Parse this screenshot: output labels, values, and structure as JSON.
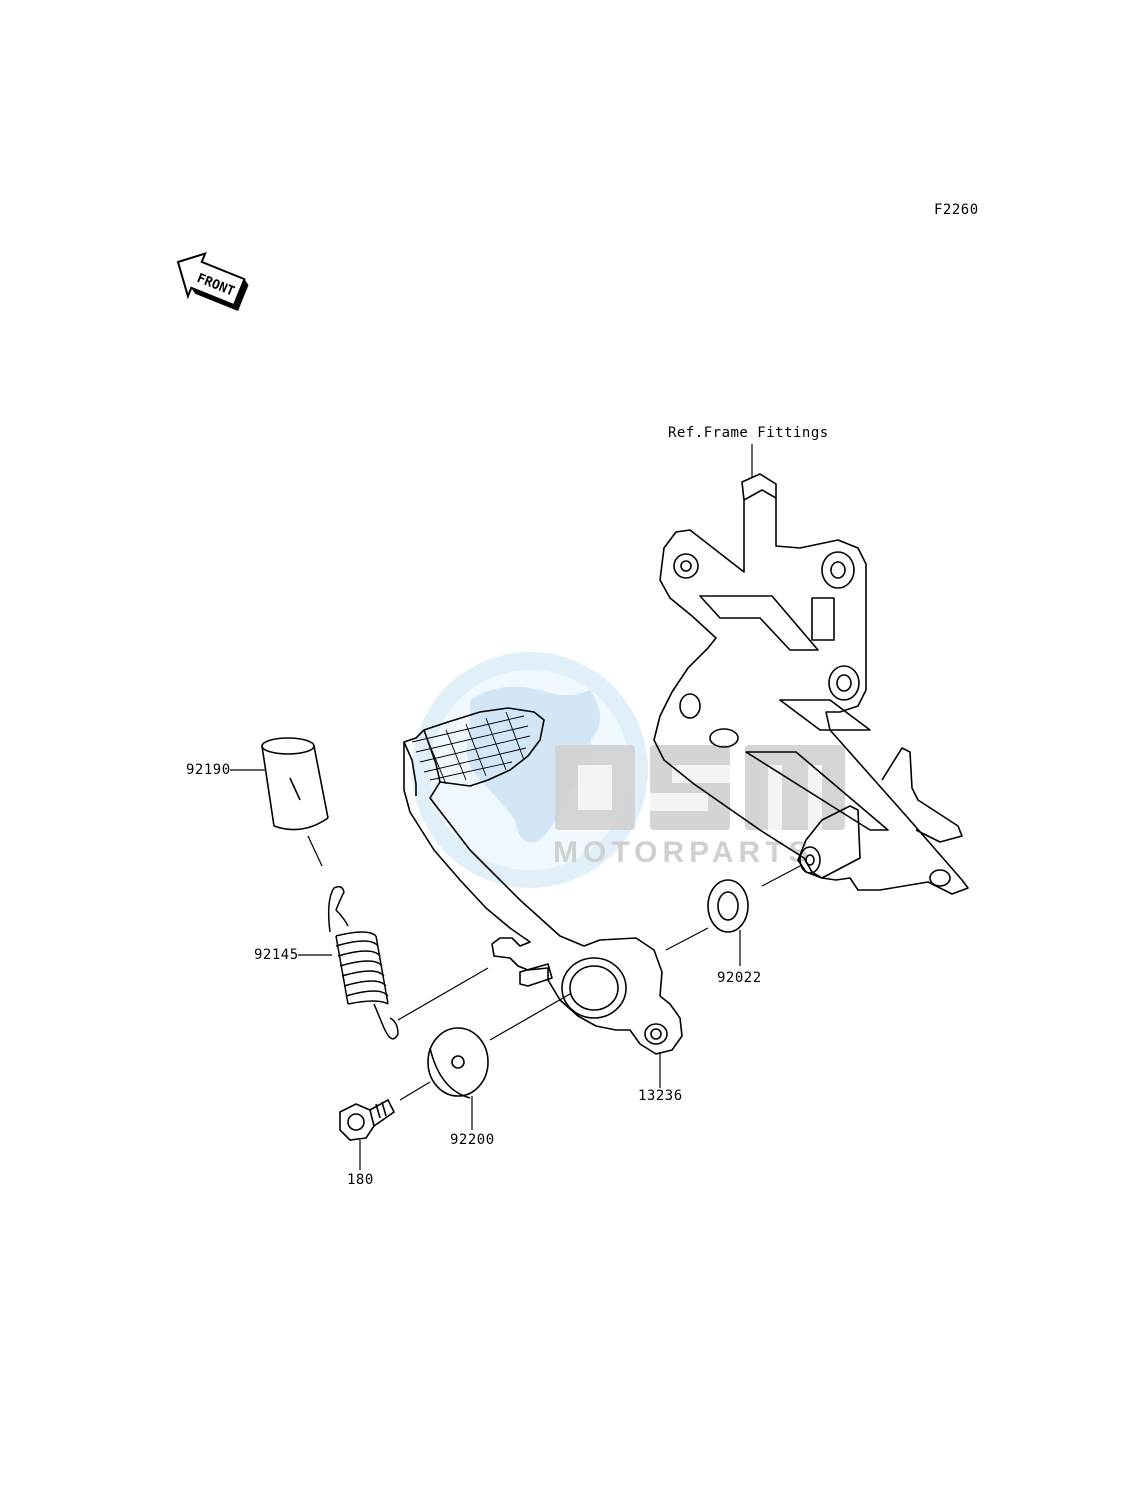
{
  "figure_code": "F2260",
  "front_label": "FRONT",
  "ref_label": "Ref.Frame Fittings",
  "watermark": {
    "brand": "OSM",
    "sub": "MOTORPARTS",
    "color_globe": "#cfe6f7",
    "color_text": "#d3d3d3"
  },
  "parts": [
    {
      "id": "p92190",
      "number": "92190"
    },
    {
      "id": "p92145",
      "number": "92145"
    },
    {
      "id": "p92022",
      "number": "92022"
    },
    {
      "id": "p13236",
      "number": "13236"
    },
    {
      "id": "p92200",
      "number": "92200"
    },
    {
      "id": "p180",
      "number": "180"
    }
  ]
}
